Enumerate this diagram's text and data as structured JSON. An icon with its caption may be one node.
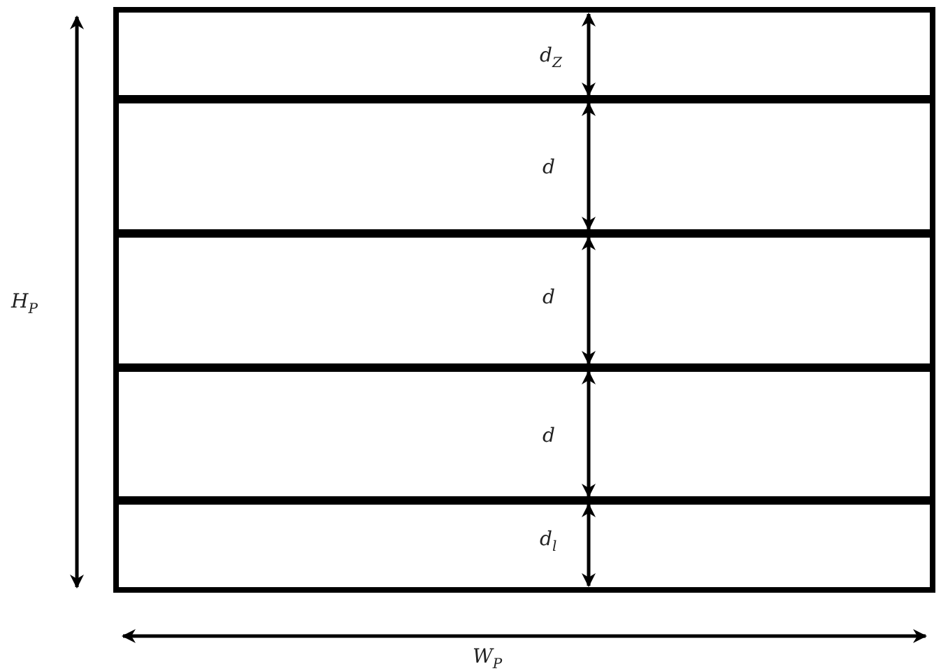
{
  "diagram": {
    "labels": [
      "d$_{Z}$",
      "d",
      "H$_{P}$",
      "d",
      "d",
      "d$_{l}$",
      "W$_{P}$"
    ]
  }
}
